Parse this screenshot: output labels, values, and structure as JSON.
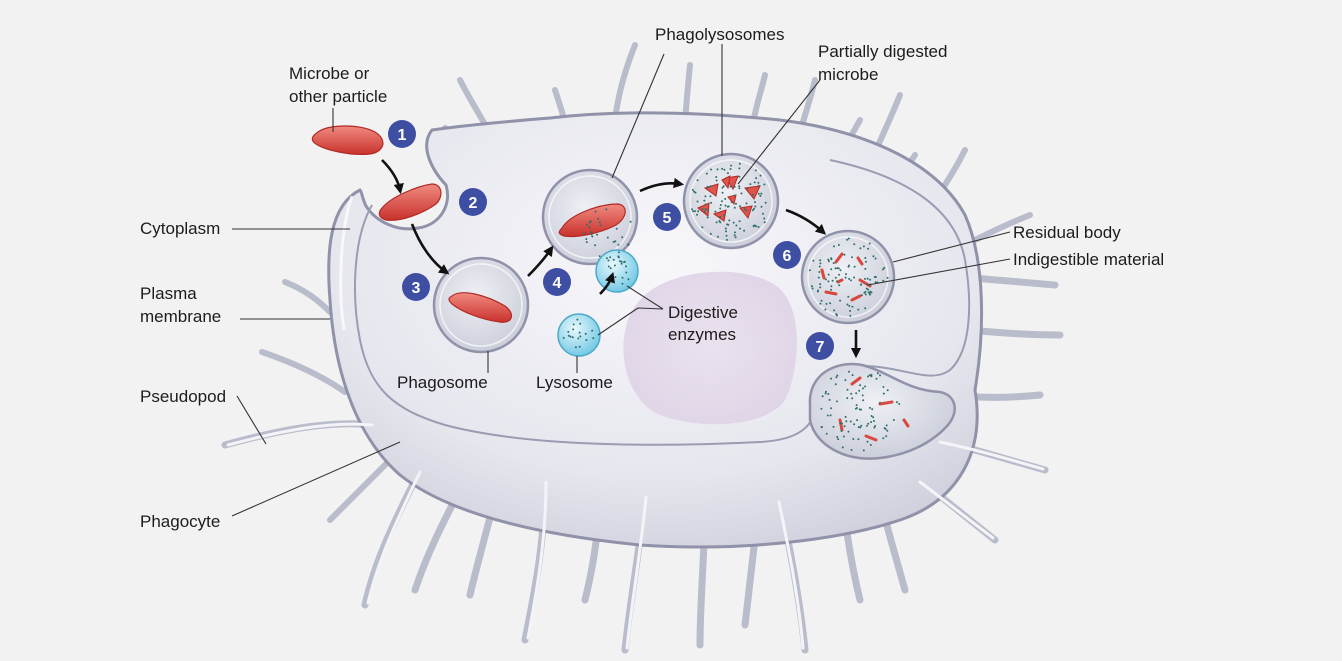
{
  "labels": {
    "microbe": [
      "Microbe or",
      "other particle"
    ],
    "cytoplasm": "Cytoplasm",
    "plasma_membrane": [
      "Plasma",
      "membrane"
    ],
    "pseudopod": "Pseudopod",
    "phagocyte": "Phagocyte",
    "phagosome": "Phagosome",
    "lysosome": "Lysosome",
    "digestive_enzymes": [
      "Digestive",
      "enzymes"
    ],
    "phagolysosomes": "Phagolysosomes",
    "partially_digested": [
      "Partially digested",
      "microbe"
    ],
    "residual_body": "Residual body",
    "indigestible_material": "Indigestible material"
  },
  "steps": [
    "1",
    "2",
    "3",
    "4",
    "5",
    "6",
    "7"
  ],
  "colors": {
    "background": "#f2f2f2",
    "cell_fill": "#e4e4ed",
    "membrane": "#8f92a8",
    "nucleus": "#e5dbeb",
    "microbe": "#d9473f",
    "lysosome": "#7fd0e8",
    "step_badge": "#3e4fa3"
  }
}
